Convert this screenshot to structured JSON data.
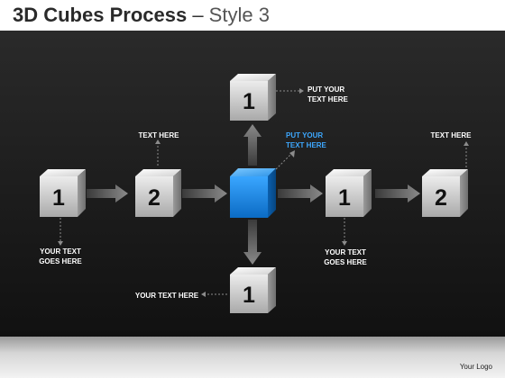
{
  "title": {
    "bold": "3D Cubes Process",
    "dash": " – ",
    "style": "Style 3"
  },
  "colors": {
    "accent_cube": "#1f8ee6",
    "grey_cube": "#c4c4c4",
    "label": "#ffffff",
    "accent_label": "#3da8ff"
  },
  "cubes": [
    {
      "id": "left-1",
      "number": "1"
    },
    {
      "id": "left-2",
      "number": "2"
    },
    {
      "id": "center",
      "number": ""
    },
    {
      "id": "right-1",
      "number": "1"
    },
    {
      "id": "right-2",
      "number": "2"
    },
    {
      "id": "top",
      "number": "1"
    },
    {
      "id": "bottom",
      "number": "1"
    }
  ],
  "labels": {
    "left_bottom": "YOUR TEXT\nGOES HERE",
    "left2_top": "TEXT HERE",
    "top_right": "PUT YOUR\nTEXT HERE",
    "center_note": "PUT YOUR\nTEXT HERE",
    "right1_bottom": "YOUR TEXT\nGOES HERE",
    "right2_top": "TEXT HERE",
    "bottom_left": "YOUR TEXT HERE"
  },
  "footer": {
    "logo": "Your Logo"
  }
}
